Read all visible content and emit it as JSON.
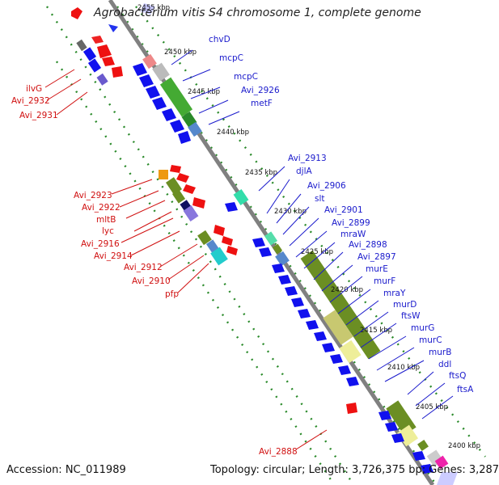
{
  "title": "Agrobacterium vitis S4 chromosome 1, complete genome",
  "accession": "Accession: NC_011989",
  "summary": "Topology: circular; Length: 3,726,375 bp; Genes: 3,287",
  "colors": {
    "forward_label": "#1a1acc",
    "reverse_label": "#d01010",
    "backbone": "#808080",
    "dots": "#2a8a2a"
  },
  "ticks": [
    "2455 kbp",
    "2450 kbp",
    "2445 kbp",
    "2440 kbp",
    "2435 kbp",
    "2430 kbp",
    "2425 kbp",
    "2420 kbp",
    "2415 kbp",
    "2410 kbp",
    "2405 kbp",
    "2400 kbp"
  ],
  "forward_labels": [
    "chvD",
    "mcpC",
    "mcpC",
    "Avi_2926",
    "metF",
    "Avi_2913",
    "djlA",
    "Avi_2906",
    "slt",
    "Avi_2901",
    "Avi_2899",
    "mraW",
    "Avi_2898",
    "Avi_2897",
    "murE",
    "murF",
    "mraY",
    "murD",
    "ftsW",
    "murG",
    "murC",
    "murB",
    "ddl",
    "ftsQ",
    "ftsA"
  ],
  "reverse_labels": [
    "ilvG",
    "Avi_2932",
    "Avi_2931",
    "Avi_2923",
    "Avi_2922",
    "mltB",
    "lyc",
    "Avi_2916",
    "Avi_2914",
    "Avi_2912",
    "Avi_2910",
    "pfp",
    "Avi_2888"
  ]
}
